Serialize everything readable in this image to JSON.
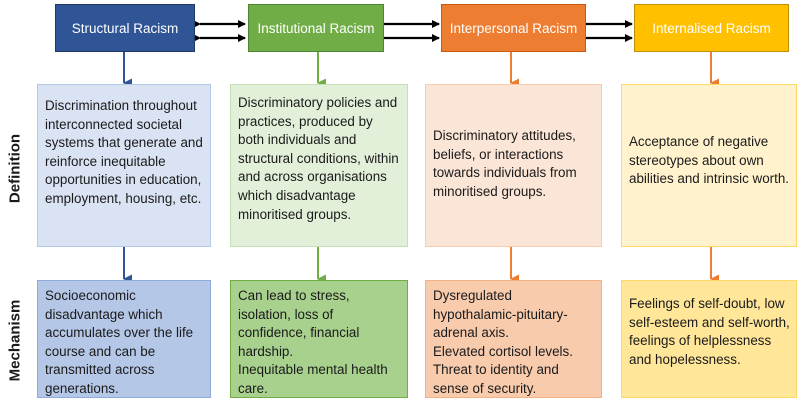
{
  "colors": {
    "structural": {
      "header": "#2F5597",
      "definition": "#DAE3F3",
      "definition_border": "#B4C7E7",
      "mechanism": "#B4C7E7",
      "mechanism_border": "#8FAADC",
      "arrow": "#2F5597"
    },
    "institutional": {
      "header": "#70AD47",
      "definition": "#E2F0D9",
      "definition_border": "#C5E0B4",
      "mechanism": "#A9D18E",
      "mechanism_border": "#70AD47",
      "arrow": "#70AD47"
    },
    "interpersonal": {
      "header": "#ED7D31",
      "definition": "#FBE5D6",
      "definition_border": "#F8CBAD",
      "mechanism": "#F8CBAD",
      "mechanism_border": "#F4B183",
      "arrow": "#ED7D31"
    },
    "internalised": {
      "header": "#FFC000",
      "definition": "#FFF2CC",
      "definition_border": "#FFD966",
      "mechanism": "#FFE699",
      "mechanism_border": "#FFD966",
      "arrow": "#ED7D31"
    }
  },
  "row_labels": {
    "definition": "Definition",
    "mechanism": "Mechanism"
  },
  "columns": [
    {
      "key": "structural",
      "title": "Structural Racism",
      "definition": "Discrimination throughout interconnected societal systems that generate and reinforce inequitable opportunities in education, employment, housing, etc.",
      "mechanism": [
        "Socioeconomic disadvantage which accumulates over the life course and can be transmitted across generations."
      ]
    },
    {
      "key": "institutional",
      "title": "Institutional Racism",
      "definition": "Discriminatory policies and practices, produced by both individuals and structural conditions, within and across organisations which disadvantage minoritised groups.",
      "mechanism": [
        "Can lead to stress, isolation, loss of confidence, financial hardship.",
        "Inequitable mental health care."
      ]
    },
    {
      "key": "interpersonal",
      "title": "Interpersonal Racism",
      "definition": "Discriminatory attitudes, beliefs, or interactions towards individuals from minoritised groups.",
      "mechanism": [
        "Dysregulated hypothalamic-pituitary-adrenal axis.",
        "Elevated cortisol levels.",
        "Threat to identity and sense of security."
      ]
    },
    {
      "key": "internalised",
      "title": "Internalised Racism",
      "definition": "Acceptance of negative stereotypes about own abilities and intrinsic worth.",
      "mechanism": [
        "Feelings of self-doubt, low self-esteem and self-worth, feelings of helplessness and hopelessness."
      ]
    }
  ]
}
